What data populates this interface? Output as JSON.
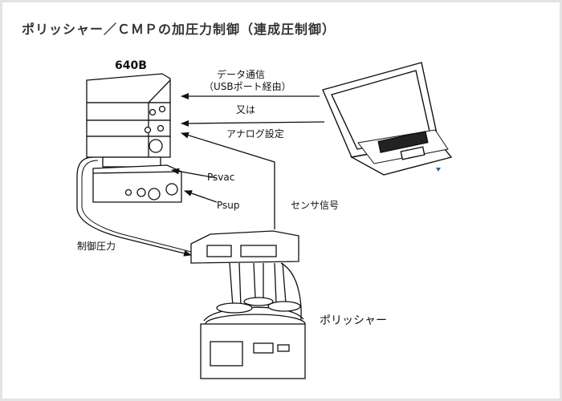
{
  "title": "ポリッシャー／ＣＭＰの加圧力制御（連成圧制御）",
  "labels": {
    "controller": "640B",
    "data_comm_line1": "データ通信",
    "data_comm_line2": "（USBポート経由）",
    "or": "又は",
    "analog": "アナログ設定",
    "psvac": "Psvac",
    "psup": "Psup",
    "sensor": "センサ信号",
    "control_pressure": "制御圧力",
    "polisher": "ポリッシャー"
  },
  "colors": {
    "stroke": "#111111",
    "accent_blue": "#2d5fb0"
  }
}
